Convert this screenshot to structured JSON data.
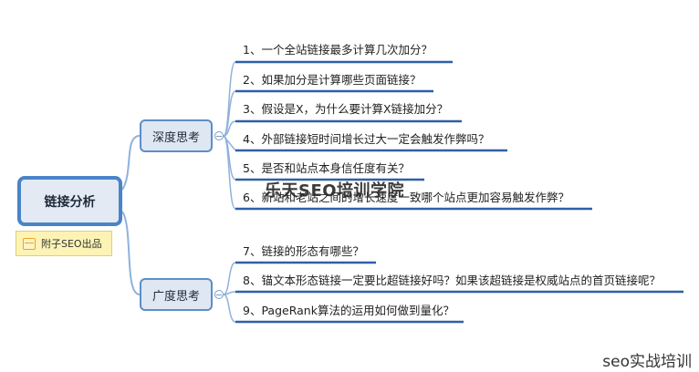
{
  "root": {
    "label": "链接分析"
  },
  "note": {
    "text": "附子SEO出品"
  },
  "branches": [
    {
      "label": "深度思考",
      "items": [
        "1、一个全站链接最多计算几次加分？",
        "2、如果加分是计算哪些页面链接？",
        "3、假设是X，为什么要计算X链接加分？",
        "4、外部链接短时间增长过大一定会触发作弊吗？",
        "5、是否和站点本身信任度有关？",
        "6、新站和老站之间的增长速度一致哪个站点更加容易触发作弊？"
      ]
    },
    {
      "label": "广度思考",
      "items": [
        "7、链接的形态有哪些？",
        "8、锚文本形态链接一定要比超链接好吗？如果该超链接是权威站点的首页链接呢？",
        "9、PageRank算法的运用如何做到量化？"
      ]
    }
  ],
  "watermark": "乐天SEO培训学院",
  "brand": "seo实战培训",
  "colors": {
    "line": "#6f9ed3",
    "underline": "#2f5fa8",
    "node_border": "#5b8ec9",
    "note_bg": "#fdf3b5"
  }
}
